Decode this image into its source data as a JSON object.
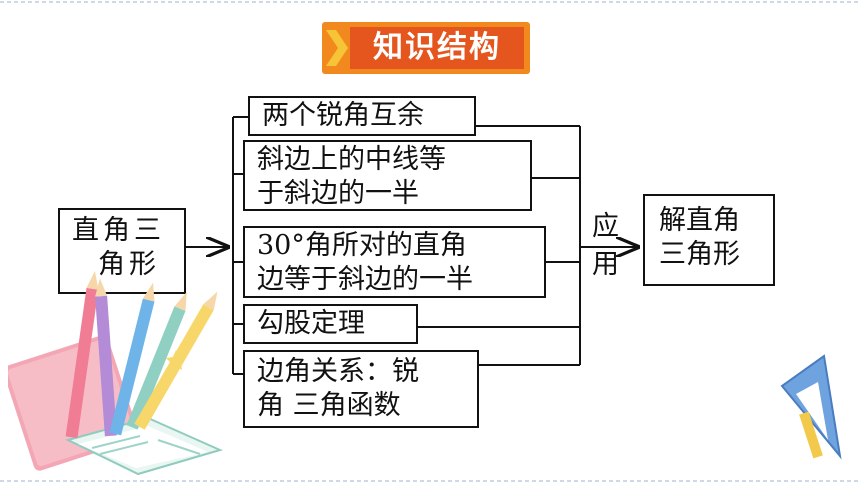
{
  "title": "知识结构",
  "source_box": {
    "line1": "直角三",
    "line2": "角形"
  },
  "branches": [
    {
      "line1": "两个锐角互余",
      "line2": ""
    },
    {
      "line1": "斜边上的中线等",
      "line2": "于斜边的一半"
    },
    {
      "line1": "30°角所对的直角",
      "line2": "边等于斜边的一半"
    },
    {
      "line1": "勾股定理",
      "line2": ""
    },
    {
      "line1": "边角关系：锐",
      "line2": "角 三角函数"
    }
  ],
  "connector_label": {
    "line1": "应",
    "line2": "用"
  },
  "target_box": {
    "line1": "解直角",
    "line2": "三角形"
  },
  "colors": {
    "banner_outer": "#f2891f",
    "banner_inner": "#e4561d",
    "line": "#111111"
  }
}
